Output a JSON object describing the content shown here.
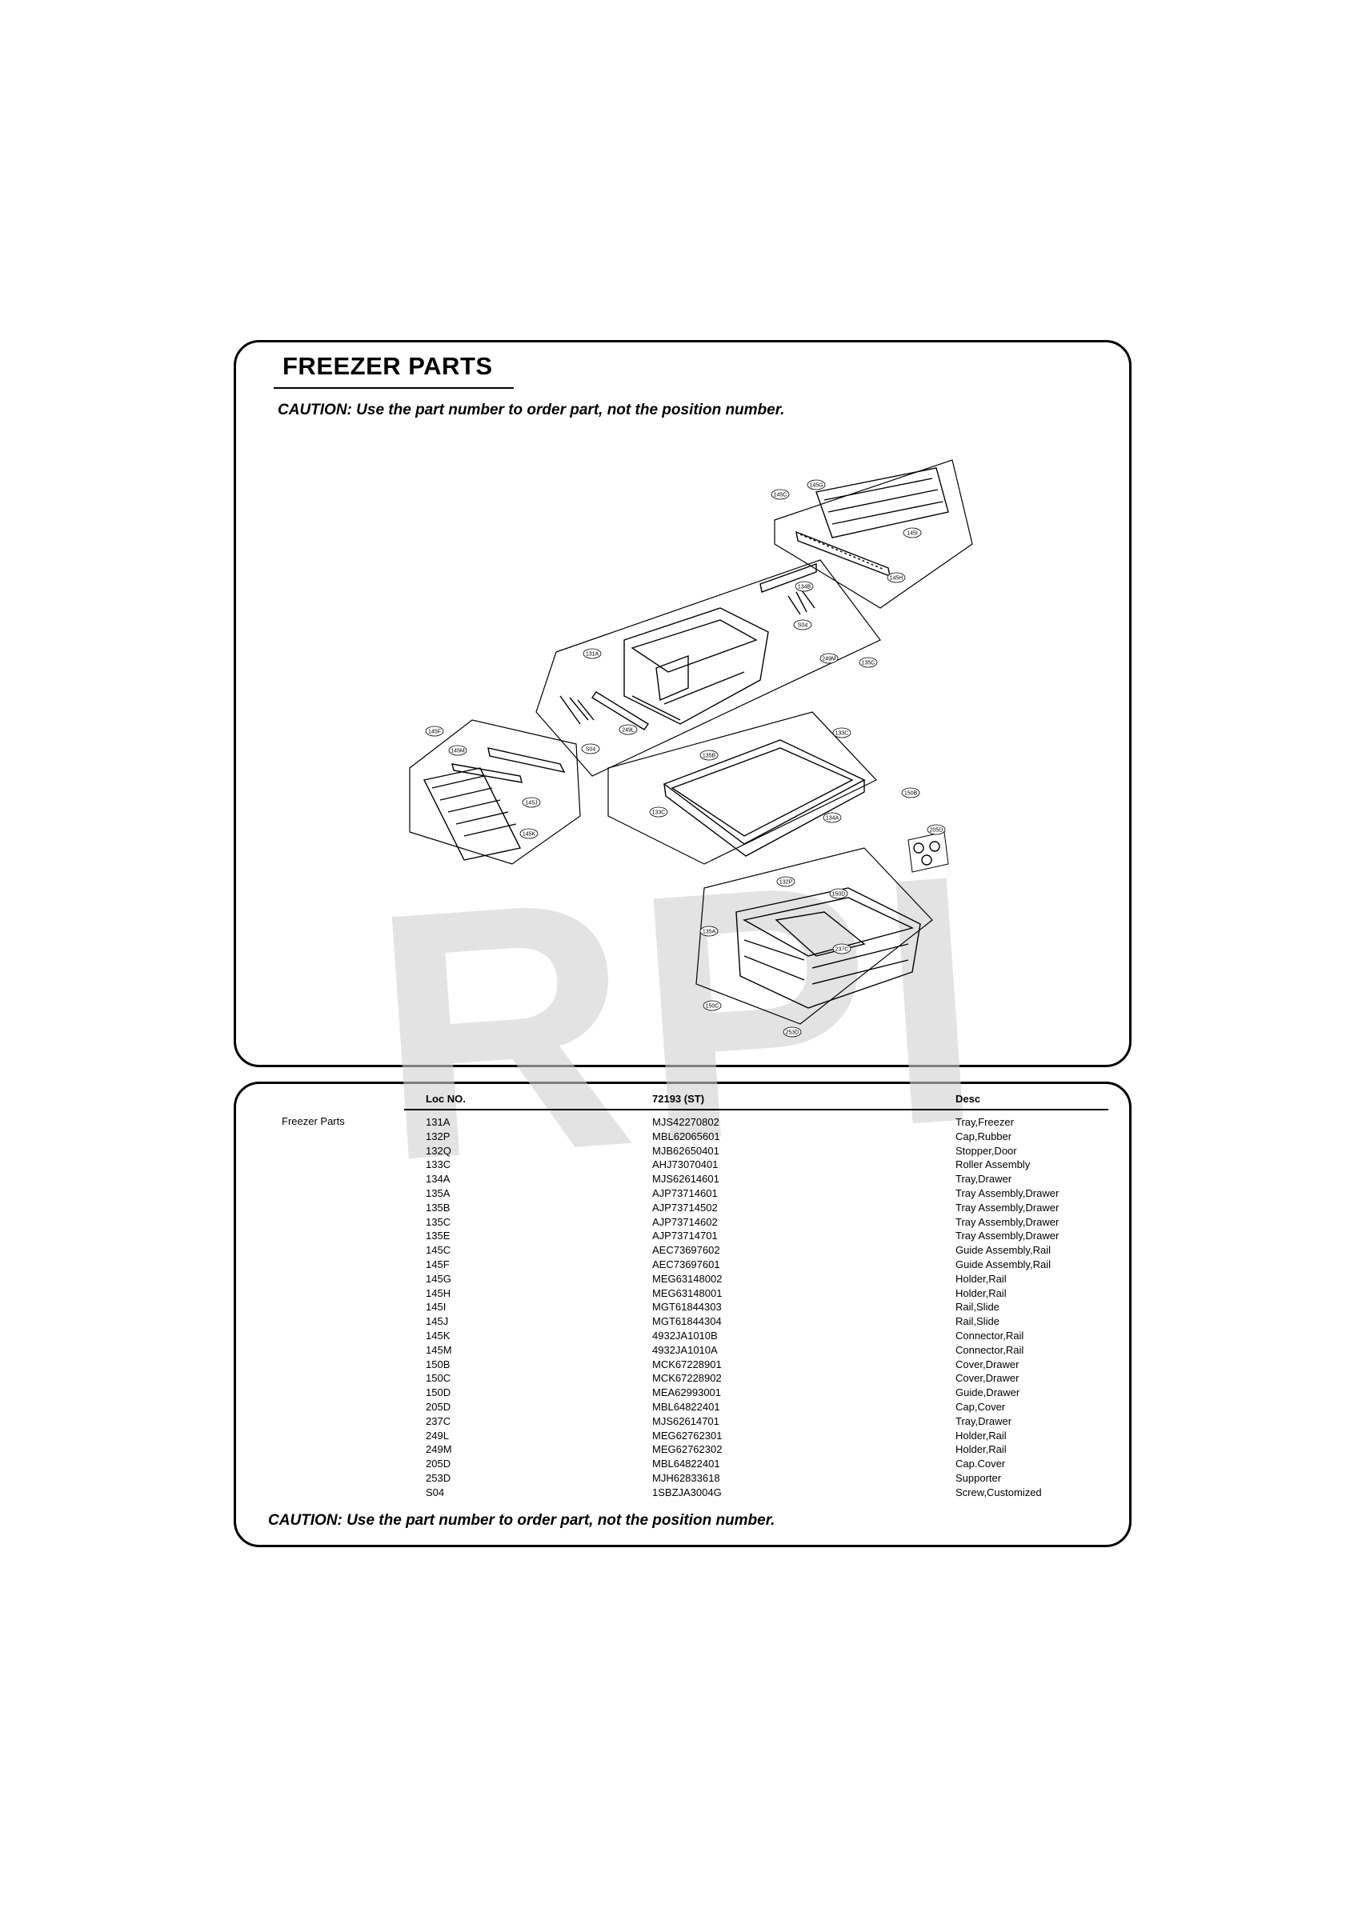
{
  "page": {
    "title": "FREEZER PARTS",
    "caution_top": "CAUTION: Use the part number to order part, not the position number.",
    "caution_bottom": "CAUTION: Use the part number to order part, not the position number.",
    "watermark": "RPI"
  },
  "diagram": {
    "callouts": [
      "145C",
      "145G",
      "145I",
      "145H",
      "134B",
      "S04",
      "249M",
      "135C",
      "131A",
      "S04",
      "249L",
      "145F",
      "145M",
      "145J",
      "145K",
      "135B",
      "133C",
      "150B",
      "133C",
      "134A",
      "205D",
      "132P",
      "150D",
      "135A",
      "237C",
      "150C",
      "253D"
    ]
  },
  "table": {
    "headers": {
      "loc": "Loc NO.",
      "part": "72193 (ST)",
      "desc": "Desc"
    },
    "group": "Freezer Parts",
    "rows": [
      {
        "loc": "131A",
        "part": "MJS42270802",
        "desc": "Tray,Freezer"
      },
      {
        "loc": "132P",
        "part": "MBL62065601",
        "desc": "Cap,Rubber"
      },
      {
        "loc": "132Q",
        "part": "MJB62650401",
        "desc": "Stopper,Door"
      },
      {
        "loc": "133C",
        "part": "AHJ73070401",
        "desc": "Roller Assembly"
      },
      {
        "loc": "134A",
        "part": "MJS62614601",
        "desc": "Tray,Drawer"
      },
      {
        "loc": "135A",
        "part": "AJP73714601",
        "desc": "Tray Assembly,Drawer"
      },
      {
        "loc": "135B",
        "part": "AJP73714502",
        "desc": "Tray Assembly,Drawer"
      },
      {
        "loc": "135C",
        "part": "AJP73714602",
        "desc": "Tray Assembly,Drawer"
      },
      {
        "loc": "135E",
        "part": "AJP73714701",
        "desc": "Tray Assembly,Drawer"
      },
      {
        "loc": "145C",
        "part": "AEC73697602",
        "desc": "Guide Assembly,Rail"
      },
      {
        "loc": "145F",
        "part": "AEC73697601",
        "desc": "Guide Assembly,Rail"
      },
      {
        "loc": "145G",
        "part": "MEG63148002",
        "desc": "Holder,Rail"
      },
      {
        "loc": "145H",
        "part": "MEG63148001",
        "desc": "Holder,Rail"
      },
      {
        "loc": "145I",
        "part": "MGT61844303",
        "desc": "Rail,Slide"
      },
      {
        "loc": "145J",
        "part": "MGT61844304",
        "desc": "Rail,Slide"
      },
      {
        "loc": "145K",
        "part": "4932JA1010B",
        "desc": "Connector,Rail"
      },
      {
        "loc": "145M",
        "part": "4932JA1010A",
        "desc": "Connector,Rail"
      },
      {
        "loc": "150B",
        "part": "MCK67228901",
        "desc": "Cover,Drawer"
      },
      {
        "loc": "150C",
        "part": "MCK67228902",
        "desc": "Cover,Drawer"
      },
      {
        "loc": "150D",
        "part": "MEA62993001",
        "desc": "Guide,Drawer"
      },
      {
        "loc": "205D",
        "part": "MBL64822401",
        "desc": "Cap,Cover"
      },
      {
        "loc": "237C",
        "part": "MJS62614701",
        "desc": "Tray,Drawer"
      },
      {
        "loc": "249L",
        "part": "MEG62762301",
        "desc": "Holder,Rail"
      },
      {
        "loc": "249M",
        "part": "MEG62762302",
        "desc": "Holder,Rail"
      },
      {
        "loc": "205D",
        "part": "MBL64822401",
        "desc": "Cap.Cover"
      },
      {
        "loc": "253D",
        "part": "MJH62833618",
        "desc": "Supporter"
      },
      {
        "loc": "S04",
        "part": "1SBZJA3004G",
        "desc": "Screw,Customized"
      }
    ]
  }
}
